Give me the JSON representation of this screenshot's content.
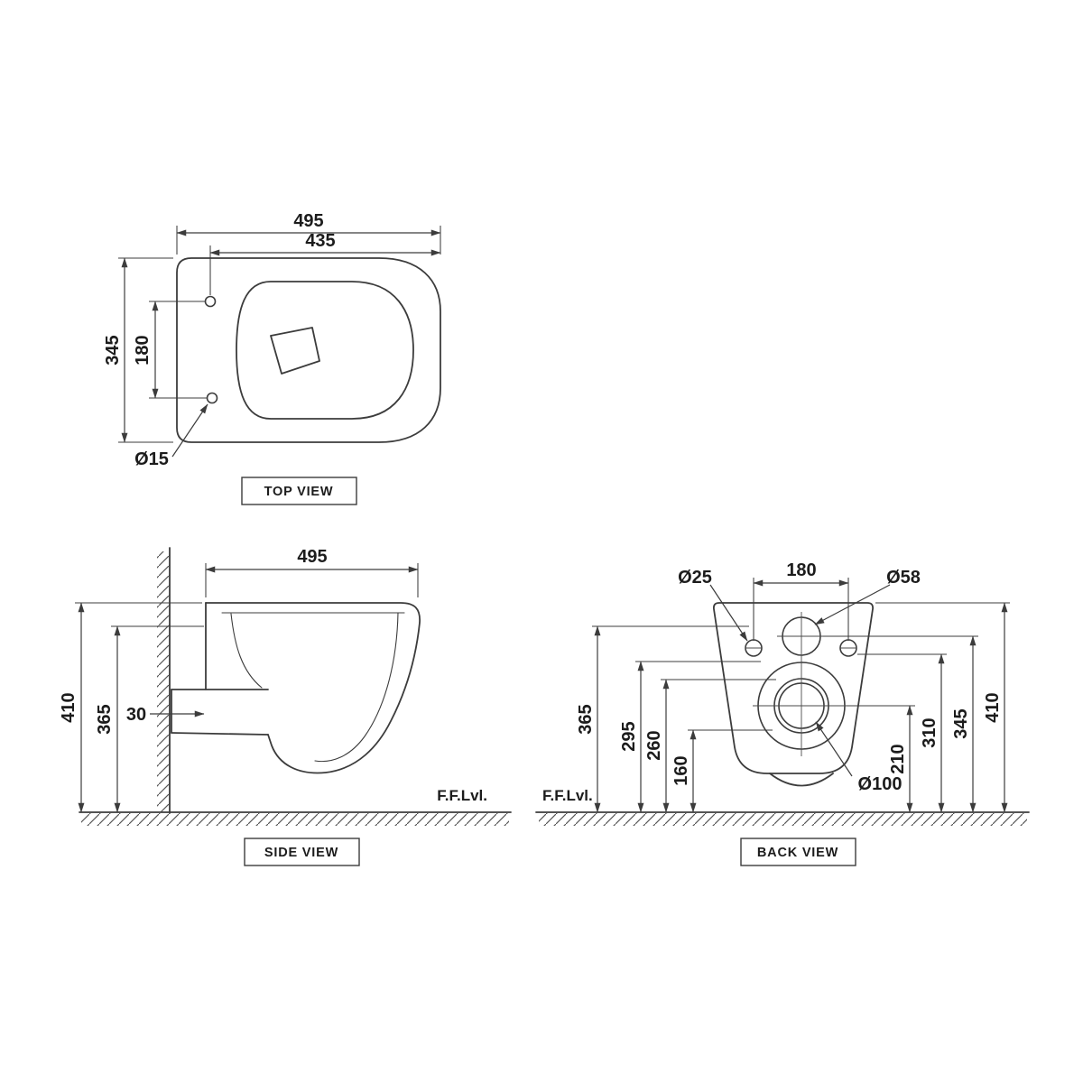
{
  "drawing": {
    "background": "#ffffff",
    "line_color": "#3c3c3c",
    "text_color": "#1c1c1c"
  },
  "top_view": {
    "label": "TOP VIEW",
    "dim_overall_width": "495",
    "dim_inner_width": "435",
    "dim_depth": "345",
    "dim_hole_spacing": "180",
    "dim_hole_diameter": "Ø15"
  },
  "side_view": {
    "label": "SIDE VIEW",
    "dim_depth": "495",
    "dim_overall_height": "410",
    "dim_rim_height": "365",
    "dim_outlet_offset": "30",
    "floor_level_label": "F.F.Lvl."
  },
  "back_view": {
    "label": "BACK VIEW",
    "dim_hole_spacing": "180",
    "dim_hole_diameter": "Ø25",
    "dim_inlet_diameter": "Ø58",
    "dim_outlet_diameter": "Ø100",
    "left_dims": [
      "365",
      "295",
      "260",
      "160"
    ],
    "right_dims": [
      "210",
      "310",
      "345",
      "410"
    ],
    "floor_level_label": "F.F.Lvl."
  }
}
